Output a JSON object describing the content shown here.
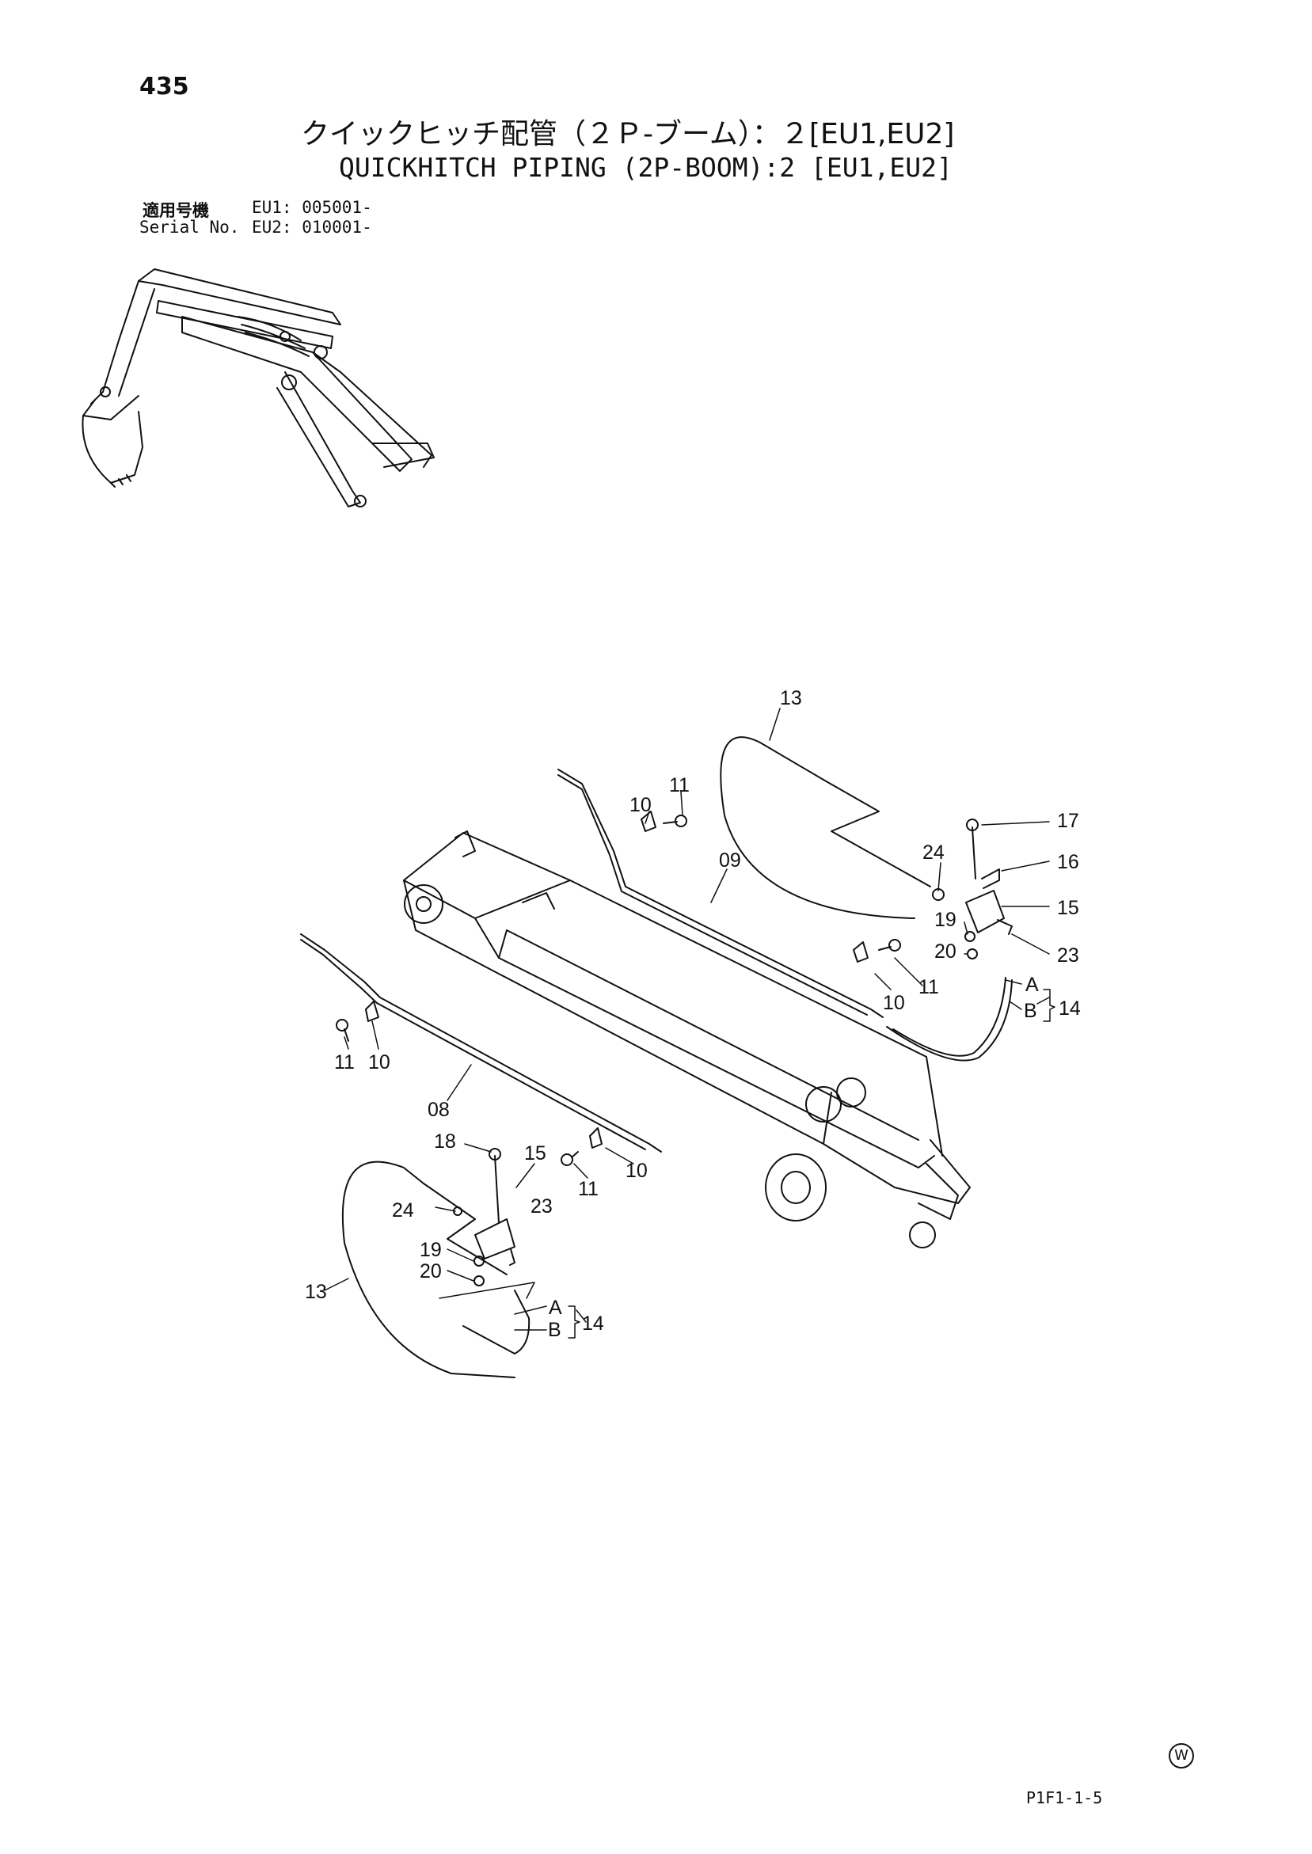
{
  "page_number": "435",
  "title_jp": "クイックヒッチ配管（２Ｐ-ブーム）：２[EU1,EU2]",
  "title_en": "QUICKHITCH PIPING (2P-BOOM):2 [EU1,EU2]",
  "serial": {
    "label_jp": "適用号機",
    "label_en": "Serial No.",
    "eu1": "EU1: 005001-",
    "eu2": "EU2: 010001-"
  },
  "callouts": {
    "p13a": "13",
    "p13b": "13",
    "p11a": "11",
    "p10a": "10",
    "p09": "09",
    "p24a": "24",
    "p17": "17",
    "p16": "16",
    "p15a": "15",
    "p19a": "19",
    "p20a": "20",
    "p23a": "23",
    "p11b": "11",
    "p10b": "10",
    "pAa": "A",
    "pBa": "B",
    "p14a": "14",
    "p11c": "11",
    "p10c": "10",
    "p08": "08",
    "p18": "18",
    "p15b": "15",
    "p11d": "11",
    "p10d": "10",
    "p24b": "24",
    "p23b": "23",
    "p19b": "19",
    "p20b": "20",
    "pAb": "A",
    "pBb": "B",
    "p14b": "14"
  },
  "doc_code": "P1F1-1-5",
  "maker_mark": "W"
}
